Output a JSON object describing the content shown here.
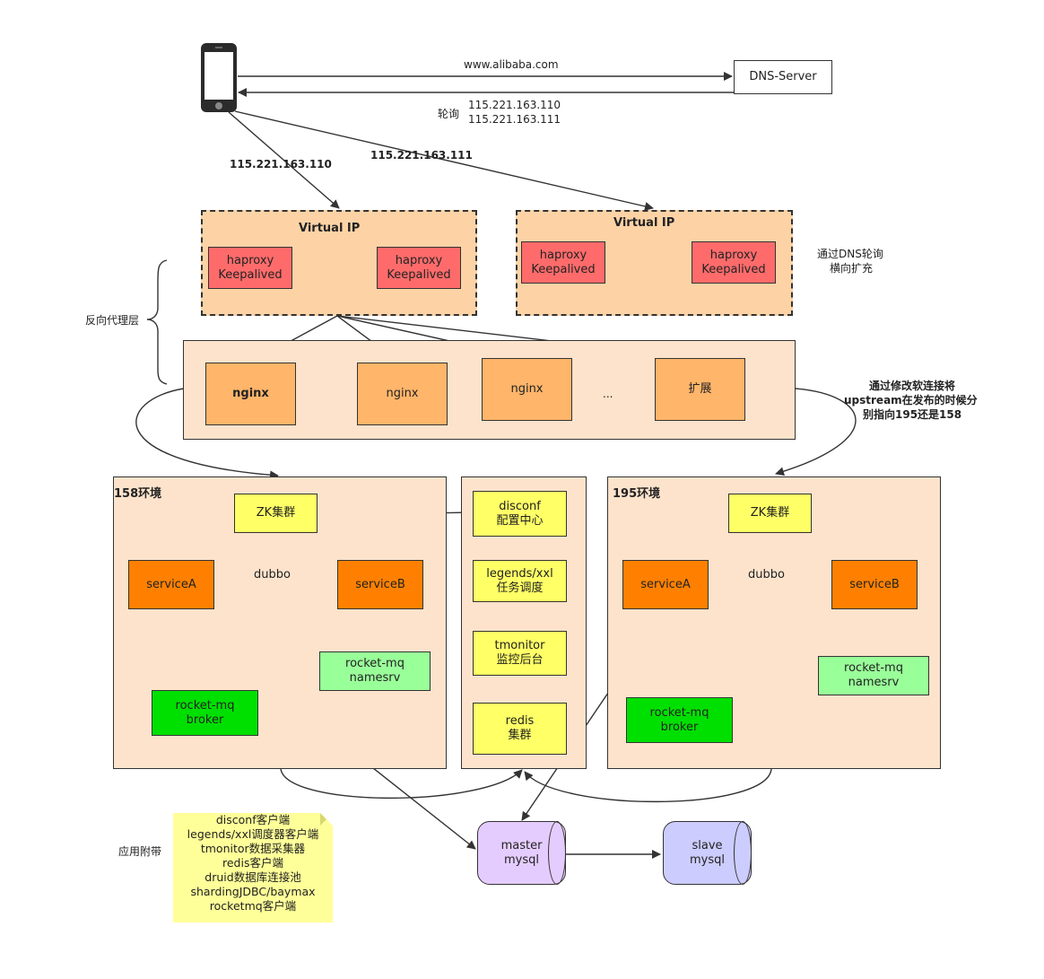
{
  "phone": {
    "icon": "smartphone-icon"
  },
  "dns": {
    "server_label": "DNS-Server",
    "request_label": "www.alibaba.com",
    "poll_label": "轮询",
    "ip_1": "115.221.163.110",
    "ip_2": "115.221.163.111"
  },
  "routes": {
    "left_ip": "115.221.163.110",
    "right_ip": "115.221.163.111"
  },
  "vip_left": {
    "title": "Virtual IP",
    "node_a": [
      "haproxy",
      "Keepalived"
    ],
    "node_b": [
      "haproxy",
      "Keepalived"
    ]
  },
  "vip_right": {
    "title": "Virtual IP",
    "node_a": [
      "haproxy",
      "Keepalived"
    ],
    "node_b": [
      "haproxy",
      "Keepalived"
    ]
  },
  "dns_scale_note": [
    "通过DNS轮询",
    "横向扩充"
  ],
  "reverse_proxy_label": "反向代理层",
  "nginx": {
    "n1": "nginx",
    "n2": "nginx",
    "n3": "nginx",
    "ellipsis": "...",
    "expand": "扩展"
  },
  "switch_note": [
    "通过修改软连接将",
    "upstream在发布的时候分",
    "别指向195还是158"
  ],
  "env158": {
    "title": "158环境",
    "zk": "ZK集群",
    "serviceA": "serviceA",
    "serviceB": "serviceB",
    "dubbo": "dubbo",
    "namesrv": [
      "rocket-mq",
      "namesrv"
    ],
    "broker": [
      "rocket-mq",
      "broker"
    ]
  },
  "env195": {
    "title": "195环境",
    "zk": "ZK集群",
    "serviceA": "serviceA",
    "serviceB": "serviceB",
    "dubbo": "dubbo",
    "namesrv": [
      "rocket-mq",
      "namesrv"
    ],
    "broker": [
      "rocket-mq",
      "broker"
    ]
  },
  "shared": {
    "disconf": [
      "disconf",
      "配置中心"
    ],
    "legends": [
      "legends/xxl",
      "任务调度"
    ],
    "tmonitor": [
      "tmonitor",
      "监控后台"
    ],
    "redis": [
      "redis",
      "集群"
    ]
  },
  "db": {
    "master": [
      "master",
      "mysql"
    ],
    "slave": [
      "slave",
      "mysql"
    ]
  },
  "app_bundle_label": "应用附带",
  "app_bundle_items": [
    "disconf客户端",
    "legends/xxl调度器客户端",
    "tmonitor数据采集器",
    "redis客户端",
    "druid数据库连接池",
    "shardingJDBC/baymax",
    "rocketmq客户端"
  ],
  "colors": {
    "panel": "#fde3cc",
    "vip": "#fdd3a6",
    "haproxy": "#ff6b6b",
    "nginx": "#ffb56a",
    "service": "#ff8000",
    "zk": "#ffff66",
    "namesrv": "#99ff99",
    "broker": "#00e000",
    "master": "#e5ccff",
    "slave": "#ccccff",
    "note": "#ffff99"
  }
}
